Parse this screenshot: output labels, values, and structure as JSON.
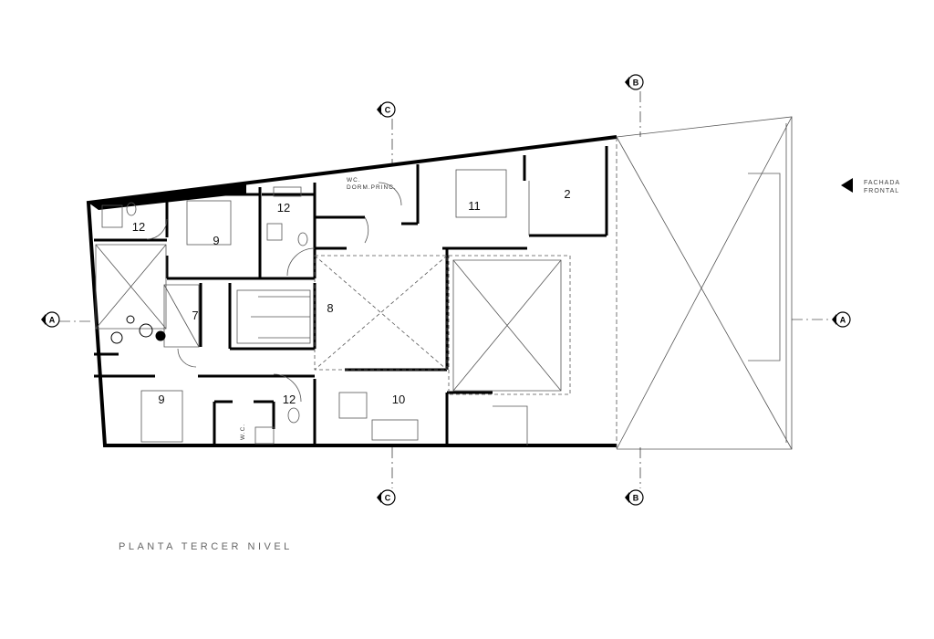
{
  "title": "PLANTA TERCER NIVEL",
  "facade": {
    "line1": "FACHADA",
    "line2": "FRONTAL"
  },
  "axes": {
    "a": "A",
    "b": "B",
    "c": "C"
  },
  "rooms": {
    "r2": "2",
    "r7": "7",
    "r8": "8",
    "r9_top": "9",
    "r9_bottom": "9",
    "r10": "10",
    "r11": "11",
    "r12_left": "12",
    "r12_mid": "12",
    "r12_bottom": "12"
  },
  "labels": {
    "wc_dorm_1": "WC.",
    "wc_dorm_2": "DORM.PRINC.",
    "wc_small": "W.C."
  }
}
